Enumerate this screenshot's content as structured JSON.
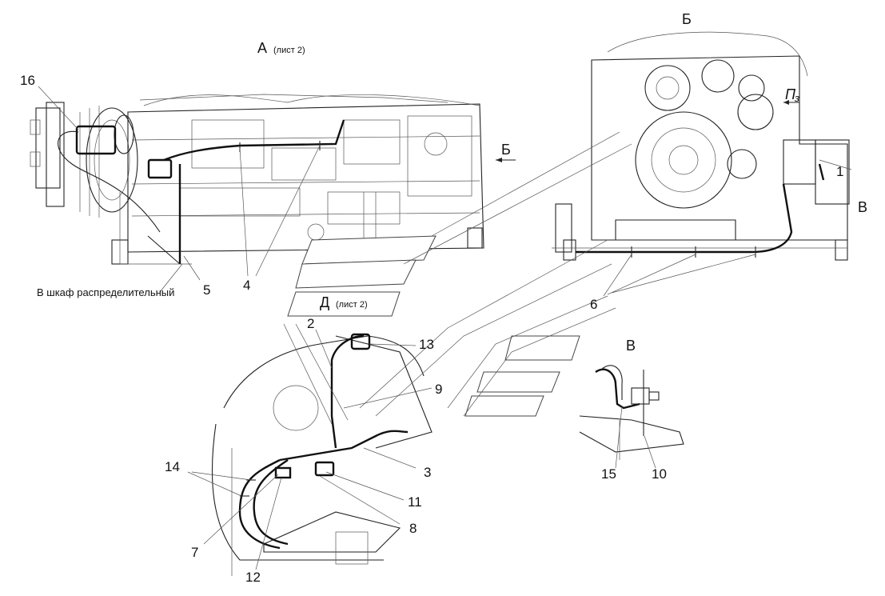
{
  "views": {
    "a": {
      "letter": "А",
      "sheet": "(лист 2)"
    },
    "b": {
      "letter": "Б"
    },
    "b_arrow": {
      "letter": "Б"
    },
    "v_side": {
      "letter": "В"
    },
    "v_detail": {
      "letter": "В"
    },
    "d": {
      "letter": "Д",
      "sheet": "(лист 2)"
    },
    "pz": {
      "letter": "П",
      "sub": "з"
    }
  },
  "note_cabinet": "В шкаф распределительный",
  "callouts": {
    "c1": "1",
    "c2": "2",
    "c3": "3",
    "c4": "4",
    "c5": "5",
    "c6": "6",
    "c7": "7",
    "c8": "8",
    "c9": "9",
    "c10": "10",
    "c11": "11",
    "c12": "12",
    "c13": "13",
    "c14": "14",
    "c15": "15",
    "c16": "16"
  },
  "colors": {
    "line": "#222222",
    "background": "#ffffff"
  }
}
